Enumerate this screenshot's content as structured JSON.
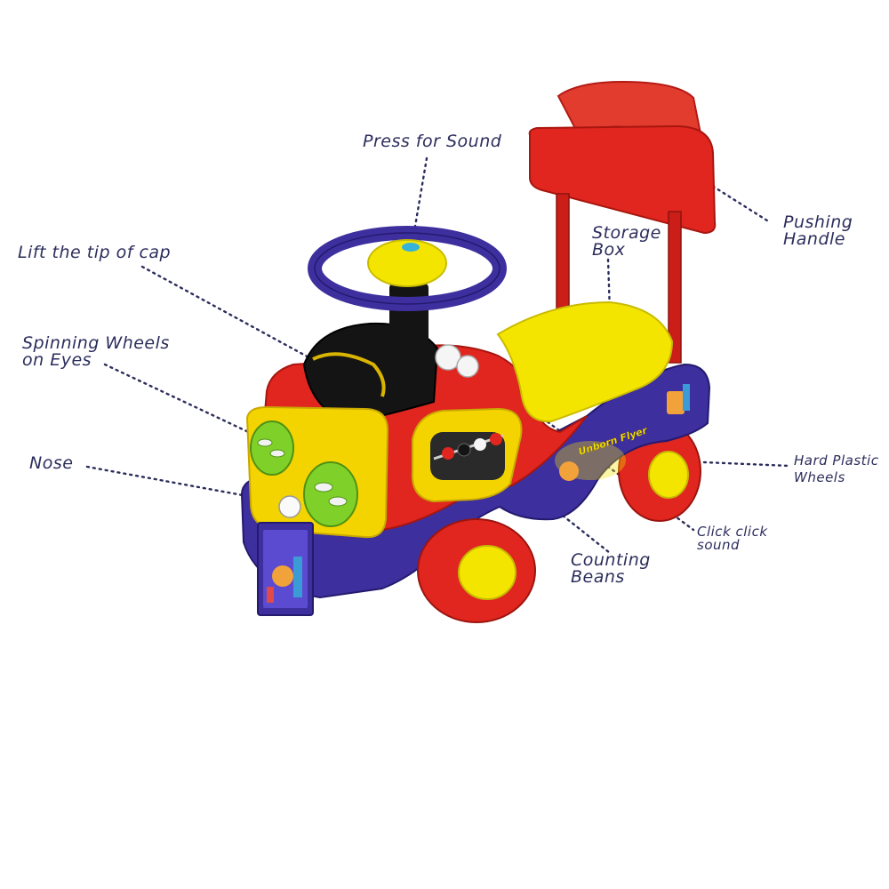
{
  "callouts": {
    "press_for_sound": "Press for Sound",
    "lift_tip_of_cap": "Lift the tip of cap",
    "spinning_wheels": [
      "Spinning Wheels",
      "on Eyes"
    ],
    "nose": "Nose",
    "storage_box": [
      "Storage",
      "Box"
    ],
    "pushing_handle": [
      "Pushing",
      "Handle"
    ],
    "hard_plastic_wheels": [
      "Hard Plastic",
      "Wheels"
    ],
    "click_click_sound": [
      "Click click",
      "sound"
    ],
    "counting_beans": [
      "Counting",
      "Beans"
    ]
  },
  "sticker_text": "Unborn Flyer",
  "colors": {
    "label": "#2b2d5c",
    "body_red": "#e0261f",
    "base_purple": "#3d2f9e",
    "seat_yellow": "#f4e500",
    "eye_green": "#7fd12a",
    "cap_black": "#141414"
  }
}
